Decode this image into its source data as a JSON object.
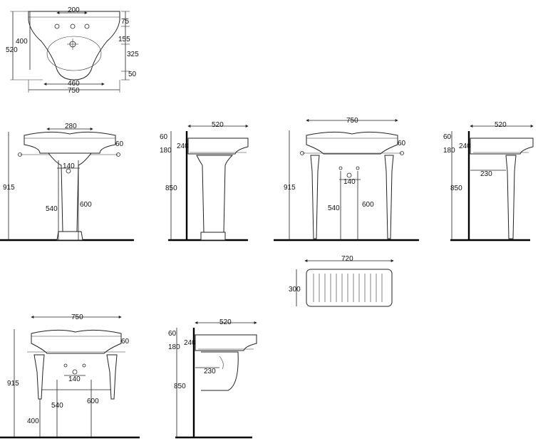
{
  "colors": {
    "ink": "#222222",
    "floor": "#000000",
    "background": "#ffffff"
  },
  "plan_top": {
    "dims": {
      "d200": "200",
      "d75": "75",
      "d155": "155",
      "d325": "325",
      "d50": "50",
      "d400": "400",
      "d520": "520",
      "d460": "460",
      "d750": "750"
    }
  },
  "pedestal_front": {
    "dims": {
      "d280": "280",
      "d60": "60",
      "d140": "140",
      "d915": "915",
      "d540": "540",
      "d600": "600"
    }
  },
  "pedestal_side": {
    "dims": {
      "d520": "520",
      "d60": "60",
      "d180": "180",
      "d240": "240",
      "d850": "850"
    }
  },
  "legs_front": {
    "dims": {
      "d750": "750",
      "d60": "60",
      "d140": "140",
      "d915": "915",
      "d540": "540",
      "d600": "600"
    }
  },
  "legs_side": {
    "dims": {
      "d520": "520",
      "d60": "60",
      "d180": "180",
      "d240": "240",
      "d230": "230",
      "d850": "850"
    }
  },
  "shelf": {
    "dims": {
      "d720": "720",
      "d300": "300"
    }
  },
  "console_front": {
    "dims": {
      "d750": "750",
      "d60": "60",
      "d140": "140",
      "d915": "915",
      "d540": "540",
      "d600": "600",
      "d400": "400"
    }
  },
  "console_side": {
    "dims": {
      "d520": "520",
      "d60": "60",
      "d180": "180",
      "d240": "240",
      "d230": "230",
      "d850": "850"
    }
  }
}
